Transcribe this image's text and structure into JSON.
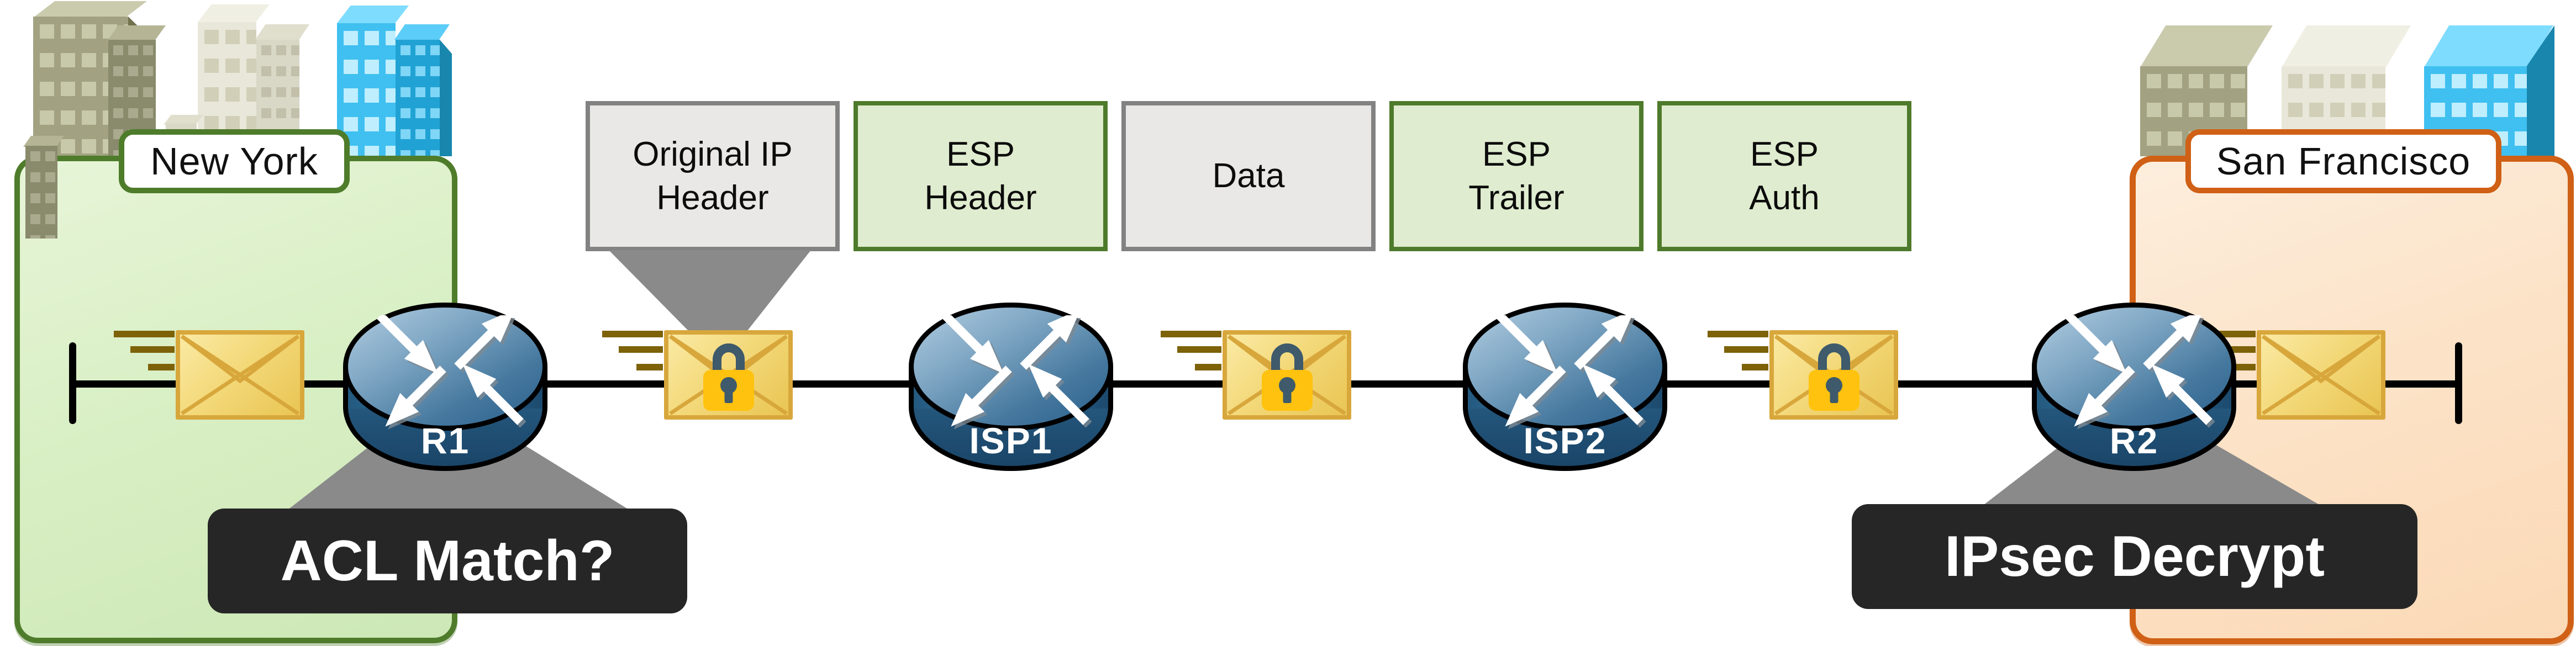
{
  "sites": {
    "new_york": {
      "label": "New York"
    },
    "san_francisco": {
      "label": "San Francisco"
    }
  },
  "packet_fields": [
    {
      "label": "Original IP\nHeader",
      "style": "plain"
    },
    {
      "label": "ESP\nHeader",
      "style": "esp"
    },
    {
      "label": "Data",
      "style": "plain"
    },
    {
      "label": "ESP\nTrailer",
      "style": "esp"
    },
    {
      "label": "ESP\nAuth",
      "style": "esp"
    }
  ],
  "routers": [
    {
      "label": "R1"
    },
    {
      "label": "ISP1"
    },
    {
      "label": "ISP2"
    },
    {
      "label": "R2"
    }
  ],
  "callouts": {
    "r1": "ACL Match?",
    "r2": "IPsec Decrypt"
  },
  "colors": {
    "site_green_border": "#4e7c2b",
    "site_green_fill": "#d9efc5",
    "site_orange_border": "#cf6015",
    "site_orange_fill": "#fce3c8",
    "esp_field_fill": "#dfeccf",
    "esp_field_border": "#4e7a2b",
    "plain_field_fill": "#e9e8e6",
    "plain_field_border": "#828282",
    "callout_bg": "#262626",
    "router_blue": "#2a608c",
    "envelope_fill": "#f3d878",
    "envelope_border": "#d8a73c",
    "lock_body": "#ffc20e",
    "lock_shackle": "#3e5a6b",
    "motion_line": "#7d6208",
    "funnel_gray": "#8a8a8a",
    "link_line": "#000000"
  }
}
